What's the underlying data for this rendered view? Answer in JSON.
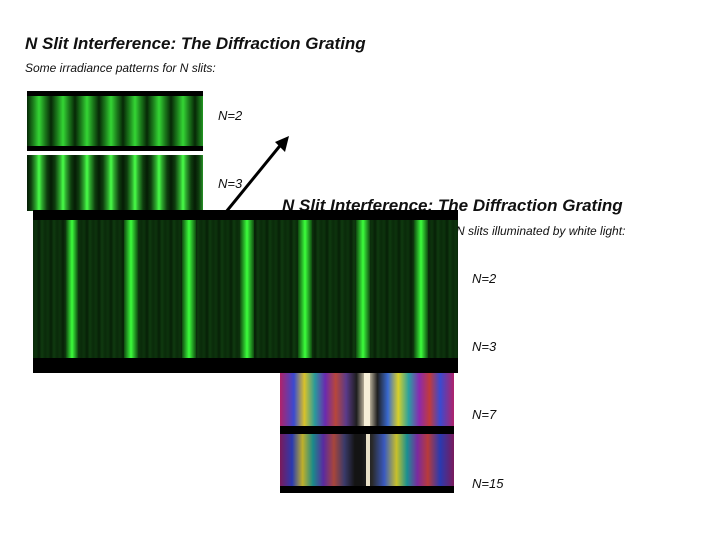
{
  "slide1": {
    "title": "N Slit Interference:  The Diffraction Grating",
    "subtitle": "Some irradiance patterns for N slits:",
    "labels": [
      "N=2",
      "N=3"
    ]
  },
  "slide2": {
    "title": "N Slit Interference:  The Diffraction Grating",
    "subtitle": "N slits illuminated by white light:",
    "labels": [
      "N=2",
      "N=3",
      "N=7",
      "N=15"
    ]
  },
  "colors": {
    "green_bright": "#3cff3c",
    "green_dark": "#0a2a0a",
    "arrow": "#000000"
  },
  "icons": [
    "arrow-icon"
  ]
}
